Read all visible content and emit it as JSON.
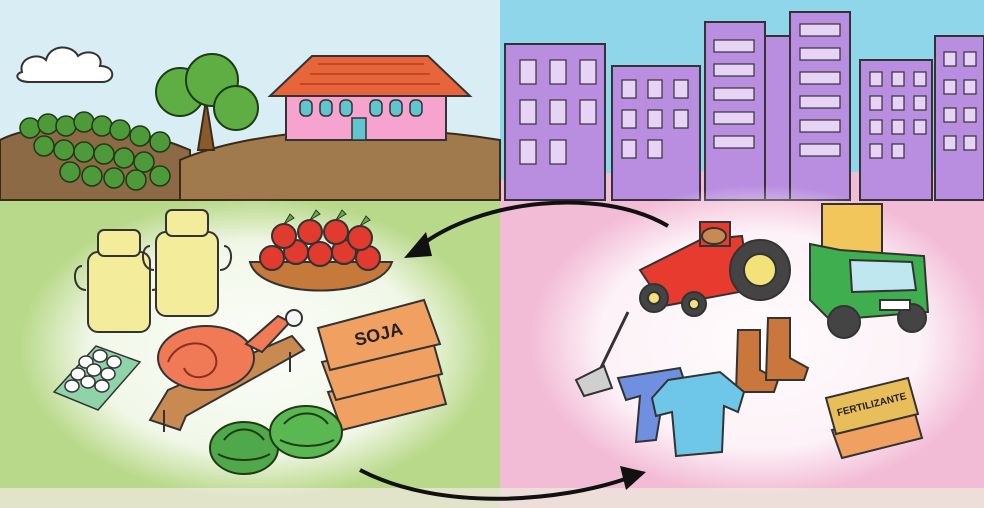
{
  "labels": {
    "soy_sack": "SOJA",
    "fertilizer_sack": "FERTILIZANTE"
  },
  "colors": {
    "country_sky": "#d8eef4",
    "city_sky": "#8fd6ea",
    "country_ground": "#b9d98a",
    "city_ground": "#f3bcd6",
    "buildings": "#b98ee0",
    "house_wall": "#f6a3cf",
    "house_roof": "#e8643a",
    "tractor": "#e63b2e",
    "truck": "#3fae4f",
    "arrow": "#111111"
  },
  "icons": {
    "arrow_top": "arrow-left-curved",
    "arrow_bottom": "arrow-right-curved"
  }
}
